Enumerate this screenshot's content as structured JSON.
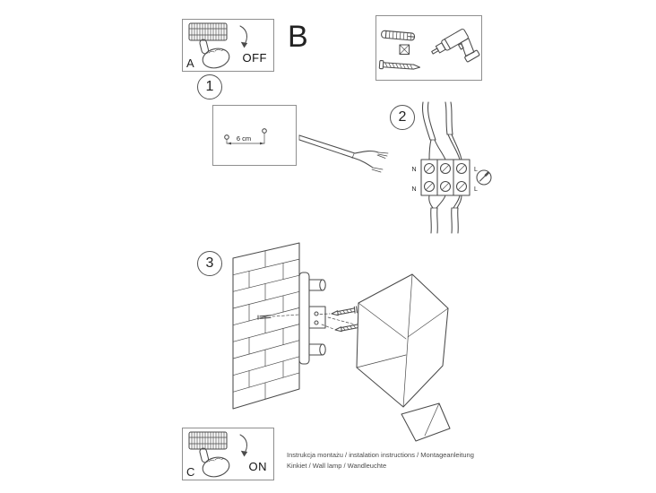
{
  "colors": {
    "line": "#4b4b4b",
    "background": "#ffffff",
    "text": "#222222"
  },
  "panels": {
    "a": {
      "label": "A",
      "state": "OFF",
      "icon": "light-switch-press-off-icon"
    },
    "b": {
      "label": "B"
    },
    "c": {
      "label": "C",
      "state": "ON",
      "icon": "light-switch-press-on-icon"
    },
    "tools": {
      "icons": [
        "wall-plug-icon",
        "drill-bit-size-icon",
        "screw-icon",
        "power-drill-icon"
      ]
    }
  },
  "steps": {
    "one": {
      "number": "1",
      "dimension": "6 cm",
      "illustration": "drilling-template-and-cable"
    },
    "two": {
      "number": "2",
      "labels": {
        "top_left": "N",
        "top_right": "L",
        "bottom_left": "N",
        "bottom_right": "L"
      },
      "illustration": "terminal-block-wiring"
    },
    "three": {
      "number": "3",
      "illustration": "brick-wall-bracket-and-lampshade"
    }
  },
  "footer": {
    "line1": "Instrukcja montażu / instalation instructions / Montageanleitung",
    "line2": "Kinkiet / Wall lamp / Wandleuchte"
  }
}
